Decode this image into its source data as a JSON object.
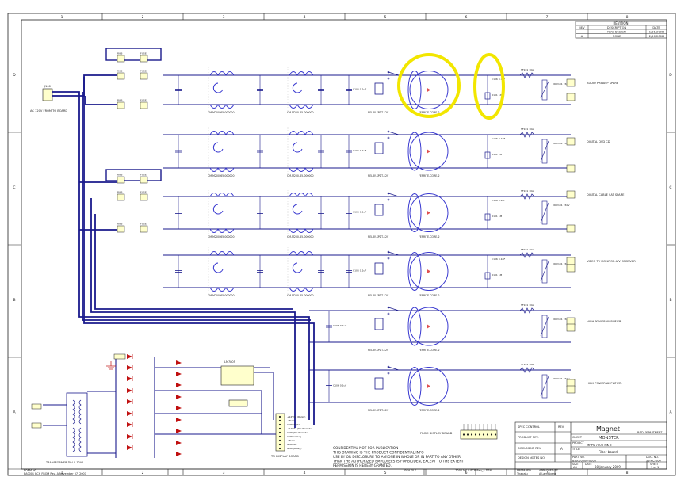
{
  "border": {
    "top_cols": [
      "1",
      "2",
      "3",
      "4",
      "5",
      "6",
      "7",
      "8"
    ],
    "bottom_cols": [
      "1",
      "2",
      "3",
      "4",
      "5",
      "6",
      "7",
      "8"
    ],
    "left_rows": [
      "D",
      "C",
      "B",
      "A"
    ],
    "right_rows": [
      "D",
      "C",
      "B",
      "A"
    ]
  },
  "revision_table": {
    "title": "REVISION",
    "headers": [
      "REV",
      "DESCRIPTION",
      "DATE"
    ],
    "rows": [
      [
        "-",
        "NEW DESIGN",
        "1/31/2008"
      ],
      [
        "A",
        "NONE",
        "2/20/2008"
      ]
    ]
  },
  "connectors": {
    "ac_in_label": "AC 120V FROM TO BOARD",
    "ac_in_ref": "J100",
    "out_labels": [
      "AUDIO PREAMP SPARE",
      "DIGITAL DVD CD",
      "DIGITAL CABLE SAT SPARE",
      "VIDEO TV MONITOR A/V RECEIVER",
      "HIGH POWER AMPLIFIER",
      "HIGH POWER AMPLIFIER"
    ],
    "ref_pe": "RGB",
    "ref_fuse": "FUSE"
  },
  "part_labels": {
    "inductor": "CM-M200-65-000000",
    "relay": "RELAY-SPDT-12V",
    "ferrite": "FERRITE-CORE-2",
    "cap": "C106 0.1uF",
    "res": "R101 1M",
    "mov": "MOV101 150V",
    "thermistor": "TF101 10A",
    "transformer": "TRANSFORMER-DIV 0-12VA",
    "regulator": "LM7805",
    "to_display": "TO DISPLAY BOARD",
    "from_display": "FROM DISPLAY BOARD",
    "header_pins": [
      "+12Vdc (Relay)",
      "+5Vdc",
      "GND digital",
      "+12Vdc (DC Remote)",
      "GND (DC Remote)",
      "GND analog",
      "+5Vdc",
      "GND rec",
      "GND (Relay)"
    ]
  },
  "notice": {
    "lines": [
      "CONFIDENTIAL NOT FOR PUBLICATION",
      "THIS DRAWING IS THE PRODUCT CONFIDENTIAL INFO",
      "USE BY OR DISCLOSURE TO ANYONE IN WHOLE OR IN PART TO ANY OTHER",
      "THAN THE AUTHORIZED EMPLOYEES IS FORBIDDEN, EXCEPT TO THE EXTENT",
      "PERMISSION IS HEREBY GRANTED."
    ]
  },
  "title_block": {
    "company": "Magnet",
    "department": "R&D DEPARTMENT",
    "client": "MONSTER",
    "project": "MPPS 7000 MK II",
    "title": "Filter board",
    "part_no": "8991-0000-0000",
    "doc_no": "SS-AC-000",
    "date": "30 January 2009",
    "sheet": "1 of 1",
    "size": "A3",
    "rev": "A",
    "labels": {
      "spec": "SPEC CONTROL",
      "product": "PRODUCT REV.",
      "document": "DOCUMENT REV.",
      "design": "DESIGN NOTES NO.",
      "client": "CLIENT",
      "project": "PROJECT",
      "title": "TITLE",
      "part_no": "PART NO.",
      "doc_no": "DOC. NO.",
      "date": "DATE",
      "sheet": "SHEET",
      "size": "SIZE",
      "rev": "REV."
    },
    "bottom": {
      "form": "FORM NO.",
      "form_val": "EA0001 BCH FROM Rev. A November 07, 2007",
      "sch_file": "SCH FILE",
      "sch_val": "7000 MK II PCB-Rev_A.DSN",
      "prepared": "PREPARED",
      "prepared_val": "Thabalu",
      "approved": "APPROVED BY",
      "approved_val": "A.Landsberg"
    }
  },
  "highlight_color": "#f2e600",
  "wire_color": "#1a1a8c",
  "component_color": "#3a3ad0"
}
